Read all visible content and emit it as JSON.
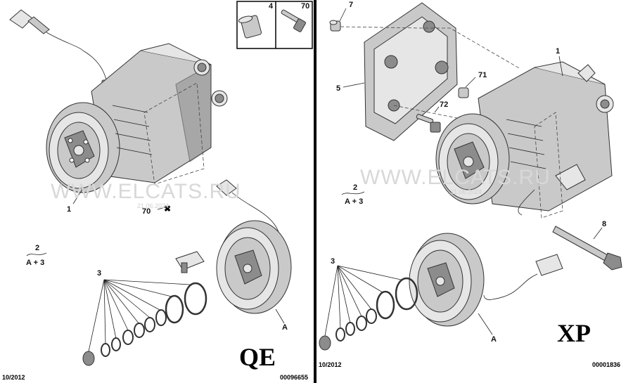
{
  "left_panel": {
    "callouts": {
      "compressor": "1",
      "kit": "2",
      "kit_sub": "A + 3",
      "washers": "3",
      "clutch": "A",
      "screw_marked": "70"
    },
    "inset": {
      "item_a": "4",
      "item_b": "70"
    },
    "watermark": "WWW.ELCATS.RU",
    "watermark_date": "21.06.2024",
    "variant_code": "QE",
    "date": "10/2012",
    "ref": "00096655"
  },
  "right_panel": {
    "callouts": {
      "compressor": "1",
      "kit": "2",
      "kit_sub": "A + 3",
      "washers": "3",
      "bracket": "5",
      "bush": "7",
      "bolt": "8",
      "sleeve": "71",
      "screw": "72",
      "clutch": "A"
    },
    "watermark": "WWW.ELCATS.RU",
    "watermark_date": "21.06.2024",
    "variant_code": "XP",
    "date": "10/2012",
    "ref": "00001836"
  }
}
